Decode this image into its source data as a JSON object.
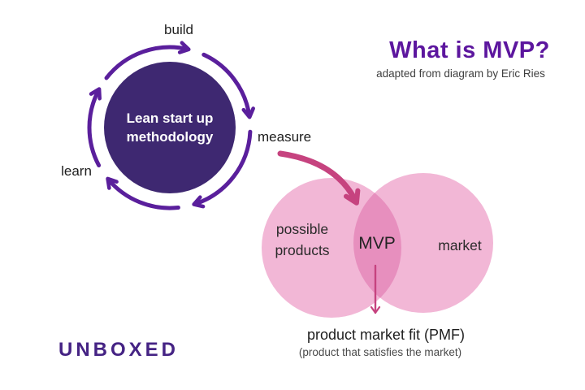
{
  "colors": {
    "background": "#ffffff",
    "deep_purple": "#3e2871",
    "arrow_purple": "#5a1f9c",
    "title_purple": "#5c169e",
    "logo_purple": "#452384",
    "light_pink": "#f2b7d6",
    "mid_pink": "#e78fbe",
    "magenta": "#c6437f",
    "text_dark": "#1e1e1e",
    "text_gray": "#4a4a4a"
  },
  "header": {
    "title": "What is MVP?",
    "subtitle": "adapted from diagram by Eric Ries"
  },
  "lean_cycle": {
    "center_label_line1": "Lean start up",
    "center_label_line2": "methodology",
    "steps": [
      {
        "label": "build"
      },
      {
        "label": "measure"
      },
      {
        "label": "learn"
      }
    ]
  },
  "venn": {
    "left_circle_label_line1": "possible",
    "left_circle_label_line2": "products",
    "intersection_label": "MVP",
    "right_circle_label": "market"
  },
  "pmf": {
    "title": "product market fit (PMF)",
    "subtitle": "(product that satisfies the market)"
  },
  "footer": {
    "logo_text": "UNBOXED"
  }
}
